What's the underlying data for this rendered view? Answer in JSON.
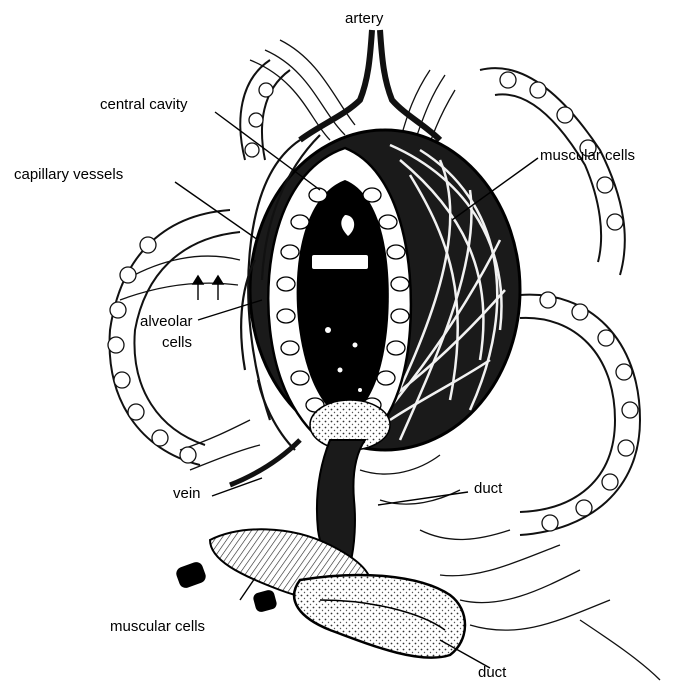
{
  "labels": {
    "artery": "artery",
    "central_cavity": "central cavity",
    "capillary_vessels": "capillary vessels",
    "muscular_cells_right": "muscular cells",
    "alveolar_line1": "alveolar",
    "alveolar_line2": "cells",
    "vein": "vein",
    "duct_right": "duct",
    "muscular_cells_bottom": "muscular cells",
    "duct_bottom": "duct"
  }
}
